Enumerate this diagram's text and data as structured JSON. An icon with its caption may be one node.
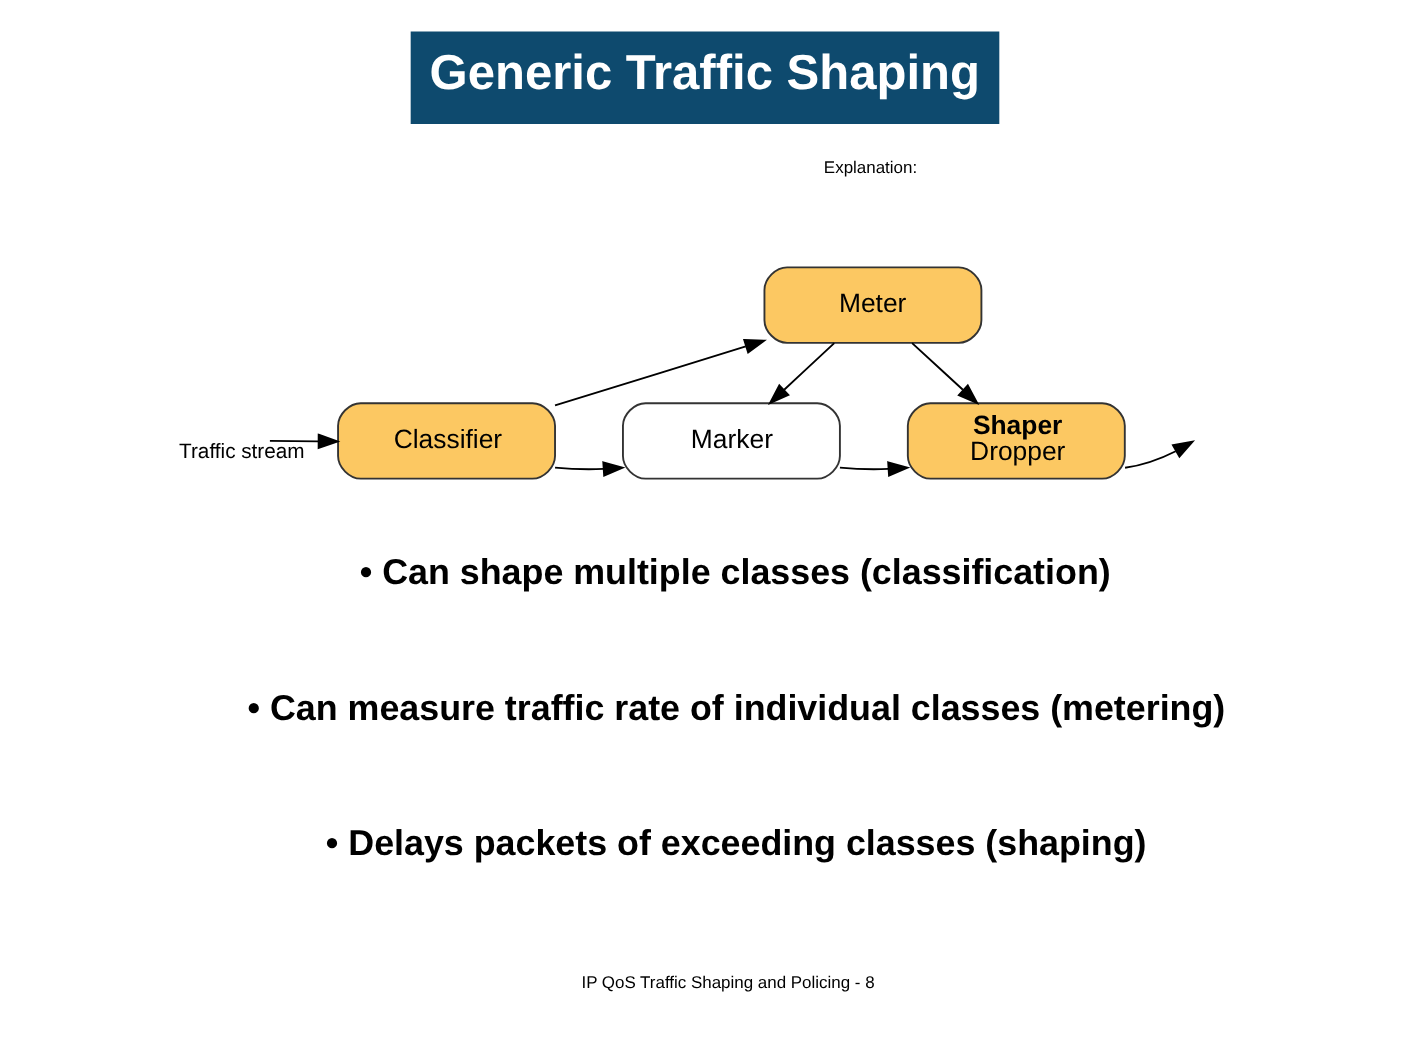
{
  "diagram": {
    "title": "Generic Traffic Shaping",
    "nodes": [
      {
        "text": [
          "Meter"
        ]
      },
      {
        "text": [
          "Classifier"
        ]
      },
      {
        "text": [
          "Marker"
        ]
      },
      {
        "text": [
          "Shaper",
          "Dropper"
        ]
      }
    ],
    "edges": [
      {
        "from": null,
        "to": 1,
        "arrow": "to",
        "label": "Traffic stream"
      },
      {
        "from": 1,
        "to": 0,
        "arrow": "to"
      },
      {
        "from": 0,
        "to": 2,
        "arrow": "to"
      },
      {
        "from": 0,
        "to": 3,
        "arrow": "to"
      },
      {
        "from": 1,
        "to": 2,
        "arrow": "to"
      },
      {
        "from": 2,
        "to": 3,
        "arrow": "to"
      },
      {
        "from": 3,
        "to": null,
        "arrow": "to"
      }
    ],
    "labels": [
      "Explanation:",
      "• Can shape multiple classes (classification)",
      "• Can measure traffic rate of individual classes (metering)",
      "• Delays packets of exceeding classes (shaping)",
      "IP QoS Traffic Shaping and Policing - 8"
    ]
  }
}
